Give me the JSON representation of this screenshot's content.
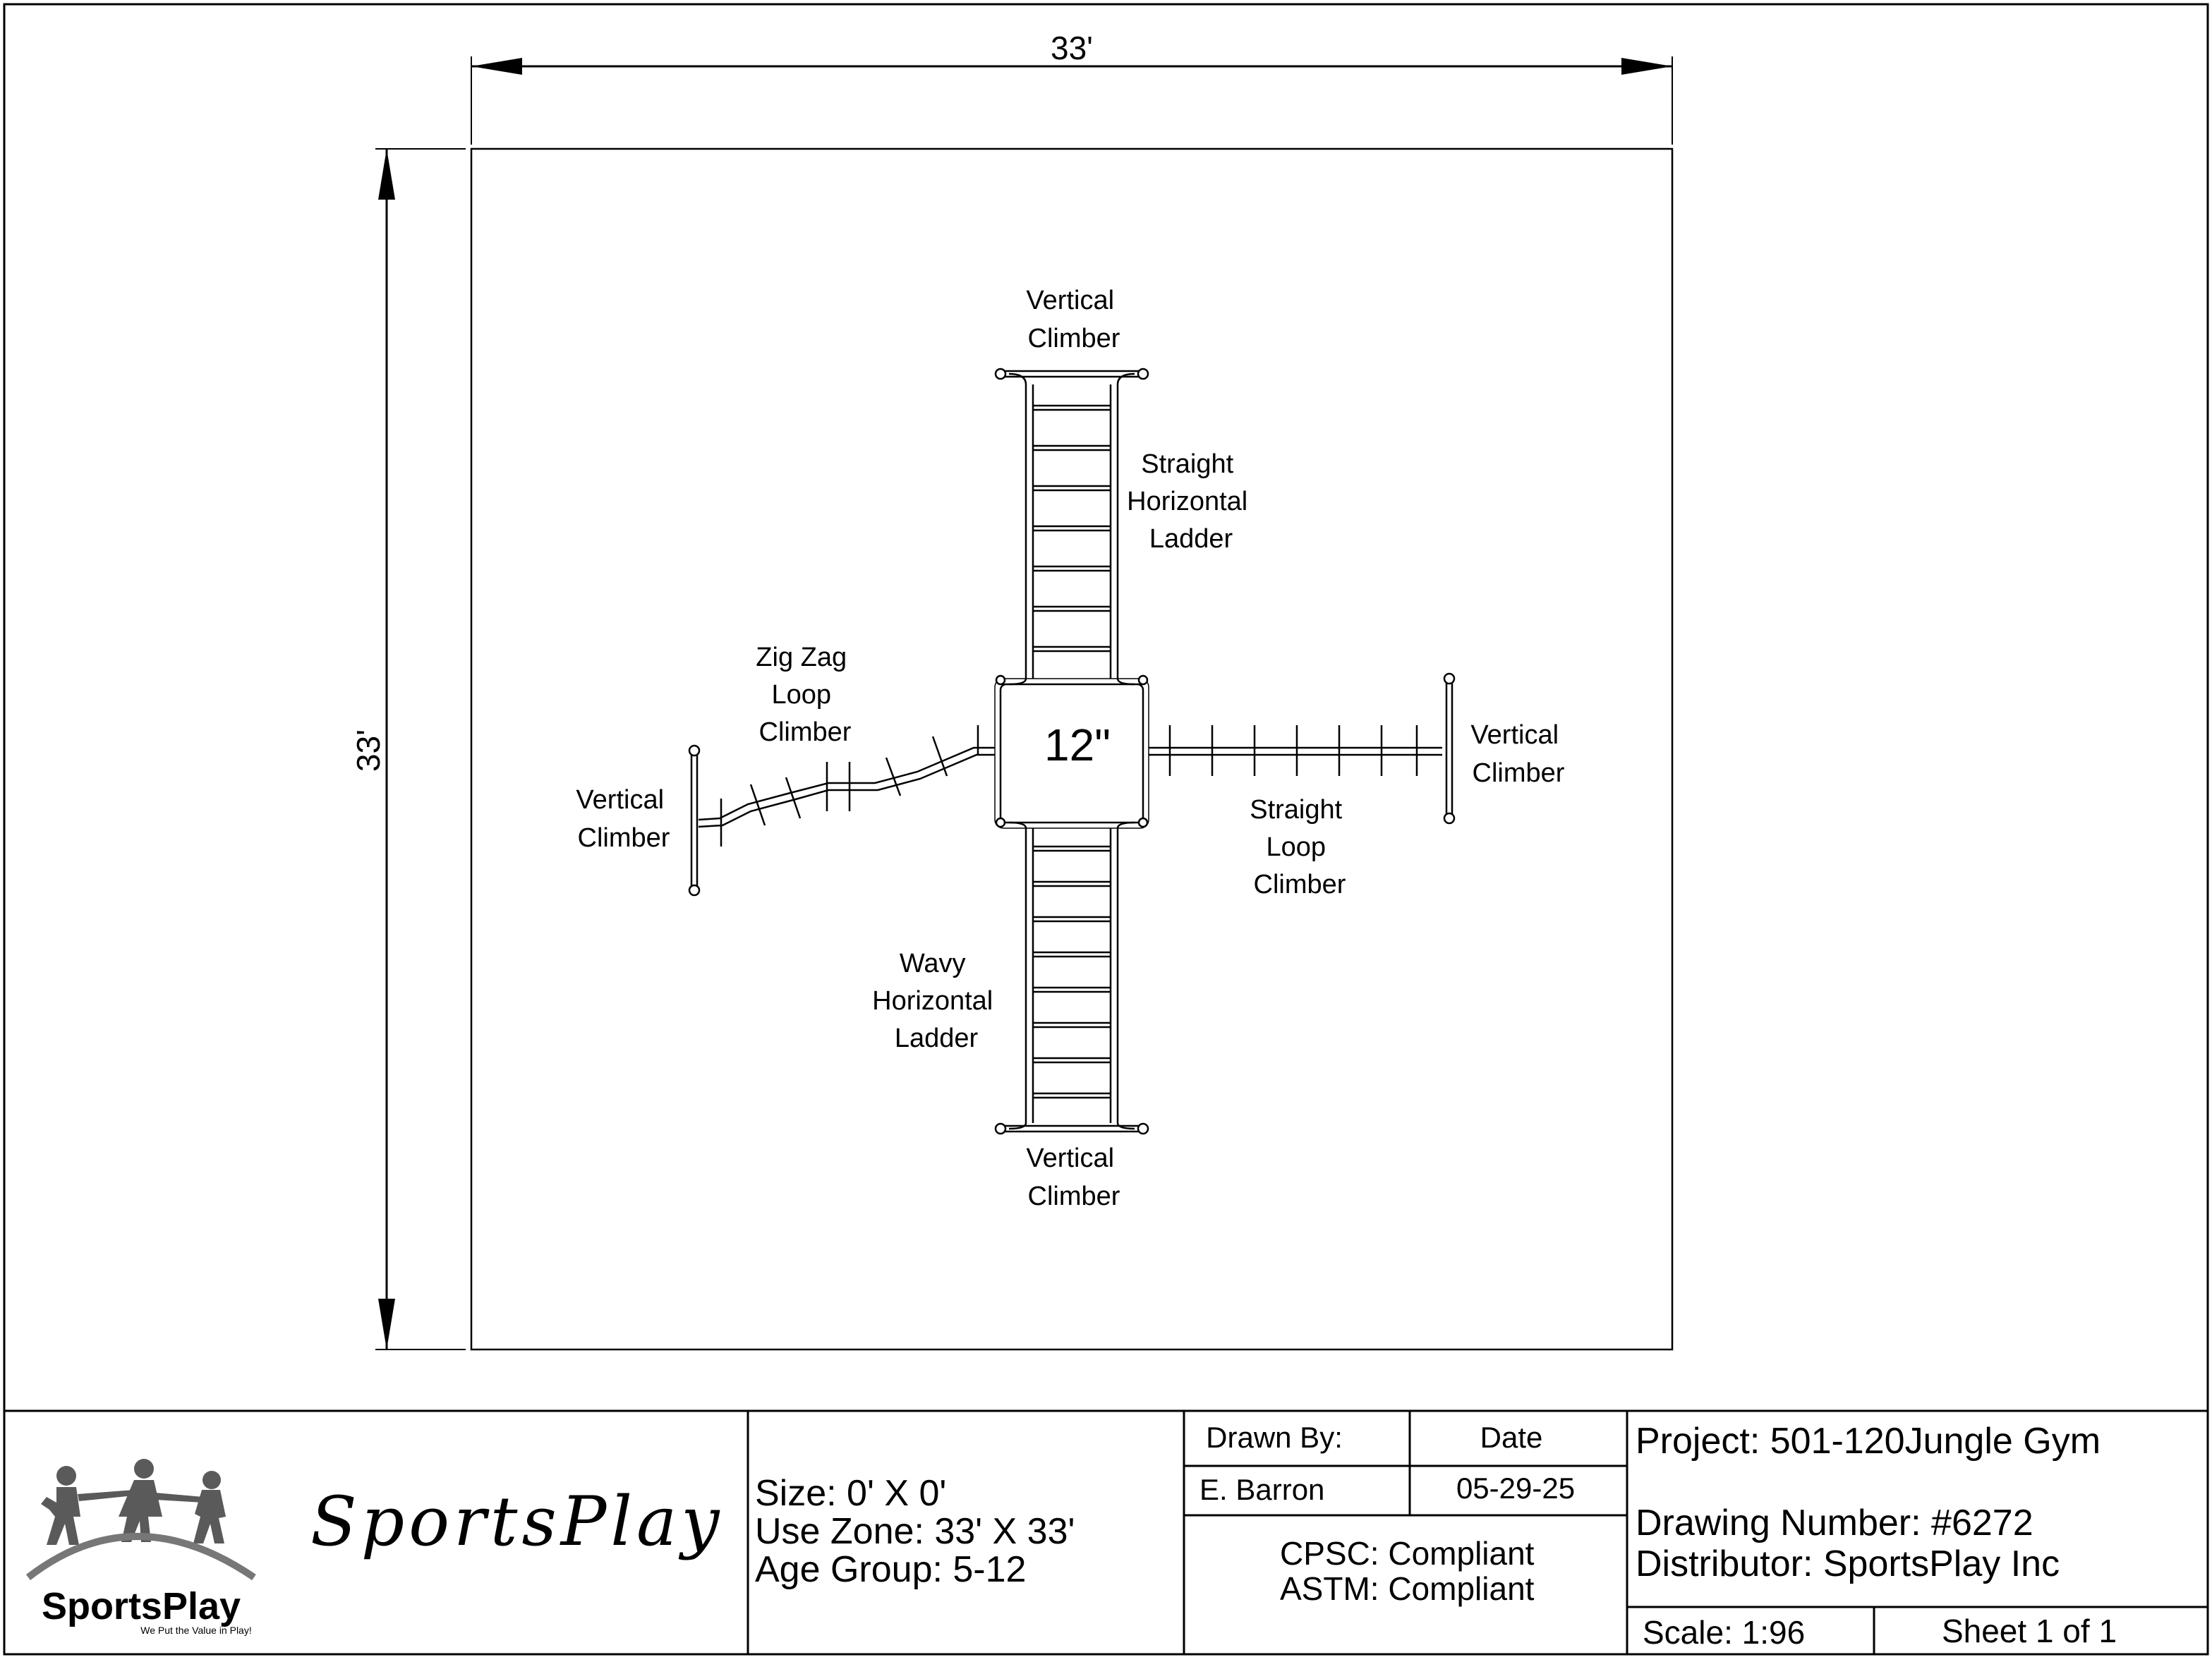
{
  "drawing": {
    "width_dimension": "33'",
    "height_dimension": "33'",
    "center_size": "12\"",
    "labels": {
      "vertical_climber_top": [
        "Vertical",
        "Climber"
      ],
      "straight_horizontal_ladder": [
        "Straight",
        "Horizontal",
        "Ladder"
      ],
      "zig_zag_loop_climber": [
        "Zig Zag",
        "Loop",
        "Climber"
      ],
      "vertical_climber_left": [
        "Vertical",
        "Climber"
      ],
      "vertical_climber_right": [
        "Vertical",
        "Climber"
      ],
      "straight_loop_climber": [
        "Straight",
        "Loop",
        "Climber"
      ],
      "wavy_horizontal_ladder": [
        "Wavy",
        "Horizontal",
        "Ladder"
      ],
      "vertical_climber_bottom": [
        "Vertical",
        "Climber"
      ]
    }
  },
  "title_block": {
    "logo_text": "SportsPlay",
    "logo_tagline": "We Put the Value in Play!",
    "brand_script": "SportsPlay",
    "size": "Size: 0' X 0'",
    "use_zone": "Use Zone: 33' X 33'",
    "age_group": "Age Group: 5-12",
    "drawn_by_label": "Drawn By:",
    "date_label": "Date",
    "drawn_by_value": "E. Barron",
    "date_value": "05-29-25",
    "cpsc": "CPSC: Compliant",
    "astm": "ASTM: Compliant",
    "project": "Project: 501-120Jungle Gym",
    "drawing_number": "Drawing Number: #6272",
    "distributor": "Distributor: SportsPlay Inc",
    "scale": "Scale: 1:96",
    "sheet": "Sheet 1 of 1"
  }
}
